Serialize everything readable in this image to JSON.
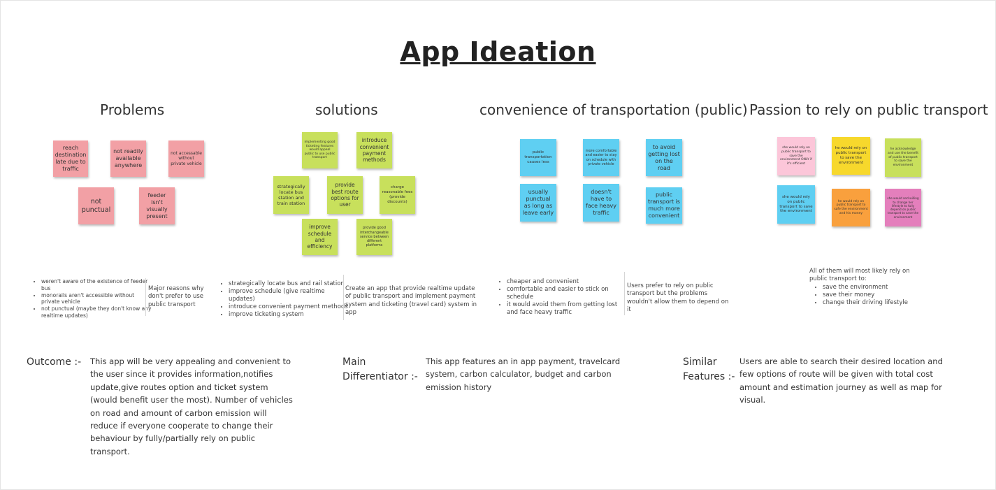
{
  "title": "App Ideation",
  "columns": {
    "problems": "Problems",
    "solutions": "solutions",
    "convenience": "convenience of transportation (public)",
    "passion": "Passion to rely on public transport"
  },
  "problem_notes": [
    "reach destination late due to traffic",
    "not readily available anywhere",
    "not accessable without private vehicle",
    "not punctual",
    "feeder isn't visually present"
  ],
  "solution_notes": [
    "implementing good ticketing features would appeal public to use public transport",
    "introduce convenient payment methods",
    "strategically locate bus station and train station",
    "provide best route options for user",
    "charge reasonable fees (provide discounts)",
    "improve schedule and efficiency",
    "provide good interchangeable service between different platforms"
  ],
  "convenience_notes": [
    "public transportation causes less",
    "more comfortable and easier to stay on schedule with private vehicle",
    "to avoid getting lost on the road",
    "usually punctual as long as leave early",
    "doesn't have to face heavy traffic",
    "public transport is much more convenient"
  ],
  "passion_notes": [
    "she would rely on public transport to save the environment ONLY if it's efficient",
    "he would rely on public transport to save the environment",
    "he acknowledge and use the benefit of public transport to save the environment",
    "she would rely on public transport to save the environment",
    "he would rely on public transport to safe the environment and his money",
    "she would and willing to change her lifestyle to fully depend on public transport to save the environment"
  ],
  "problems_summary": {
    "bullets": [
      "weren't aware of the existence of feeder bus",
      "monorails aren't accessible without private vehicle",
      "not punctual (maybe they don't know any realtime updates)"
    ],
    "conclusion": "Major reasons why don't prefer to use public transport"
  },
  "solutions_summary": {
    "bullets": [
      "strategically locate bus and rail station",
      "improve schedule (give realtime updates)",
      "introduce convenient payment methods",
      "improve ticketing system"
    ],
    "conclusion": "Create an app that provide realtime update of public transport and implement payment system and ticketing (travel card) system in app"
  },
  "convenience_summary": {
    "bullets": [
      "cheaper and convenient",
      "comfortable and easier to stick on schedule",
      "it would avoid them from getting lost and face heavy traffic"
    ],
    "conclusion": "Users prefer to rely on public transport but the problems wouldn't allow them to depend on it"
  },
  "passion_summary": {
    "intro": "All of them will most likely rely on public transport to:",
    "bullets": [
      "save the environment",
      "save their money",
      "change their driving lifestyle"
    ]
  },
  "outcome": {
    "label": "Outcome :-",
    "text": "This app will be very appealing and convenient to the user since it provides information,notifies update,give routes option and ticket system (would benefit user the most). Number of vehicles on road and amount of carbon emission will reduce if everyone cooperate to change their behaviour by fully/partially rely on public transport."
  },
  "differentiator": {
    "label_1": "Main",
    "label_2": "Differentiator :-",
    "text": "This app features an in app payment, travelcard system, carbon calculator, budget and carbon emission history"
  },
  "similar": {
    "label_1": "Similar",
    "label_2": "Features :-",
    "text": "Users are able to search their desired location and few options of route will be given with total cost amount and estimation journey as well as map for visual."
  },
  "colors": {
    "pink": "#f2a0a5",
    "green": "#c8e05c",
    "blue": "#5fcff2",
    "light_pink": "#fcc6d9",
    "yellow": "#f7d82c",
    "orange": "#f9a03d",
    "magenta": "#e47fbc"
  }
}
